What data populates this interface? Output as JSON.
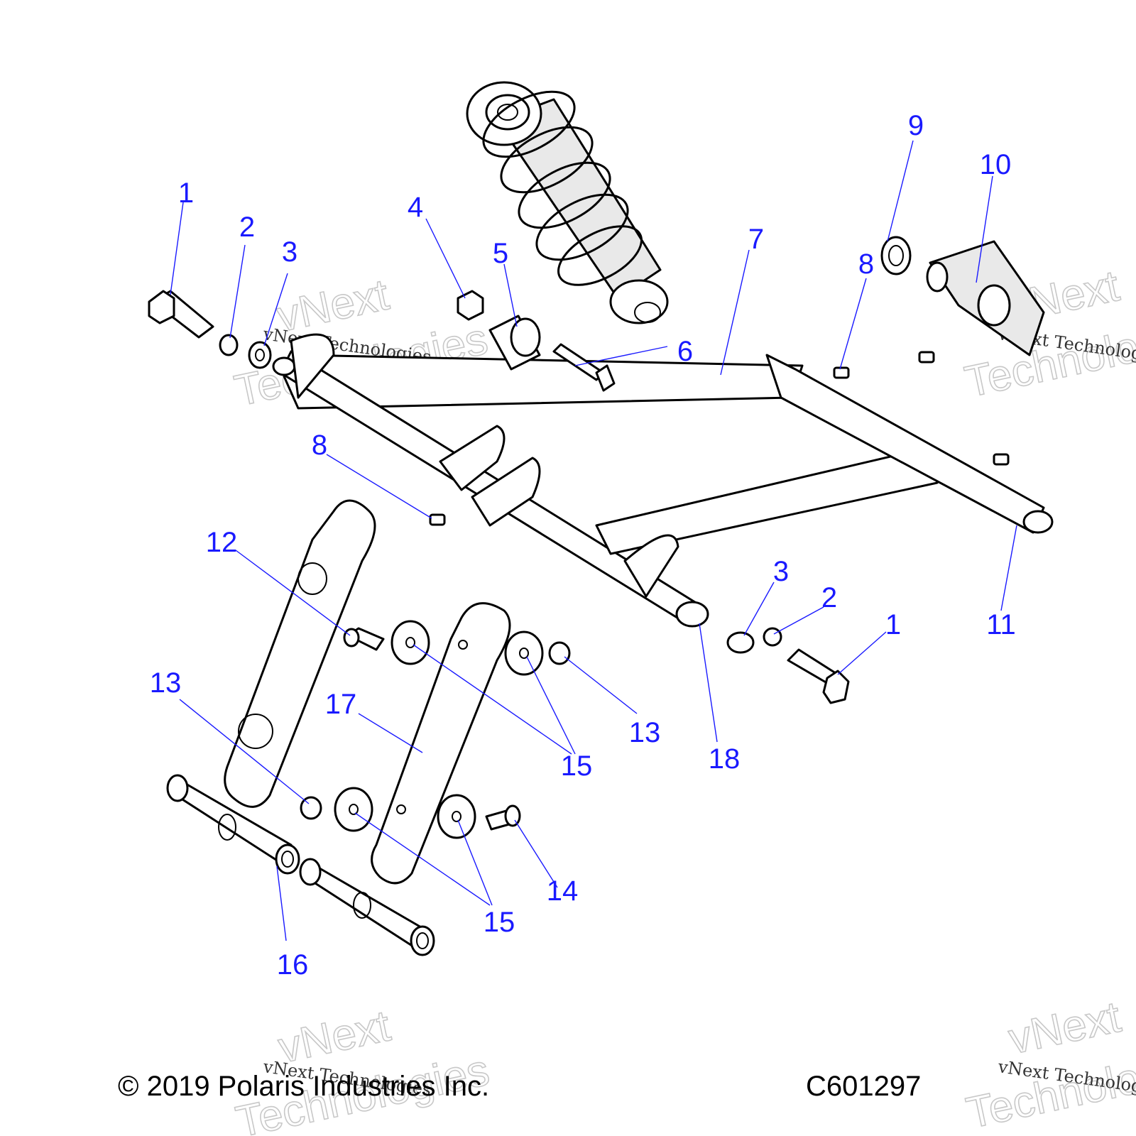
{
  "diagram": {
    "callouts": [
      "1",
      "2",
      "3",
      "4",
      "5",
      "6",
      "7",
      "8",
      "9",
      "10",
      "11",
      "12",
      "13",
      "14",
      "15",
      "16",
      "17",
      "18"
    ],
    "watermark": {
      "big_line1": "vNext",
      "big_line2": "Technologies",
      "small": "vNext Technologies"
    }
  },
  "footer": {
    "copyright": "© 2019 Polaris Industries Inc.",
    "code": "C601297"
  }
}
